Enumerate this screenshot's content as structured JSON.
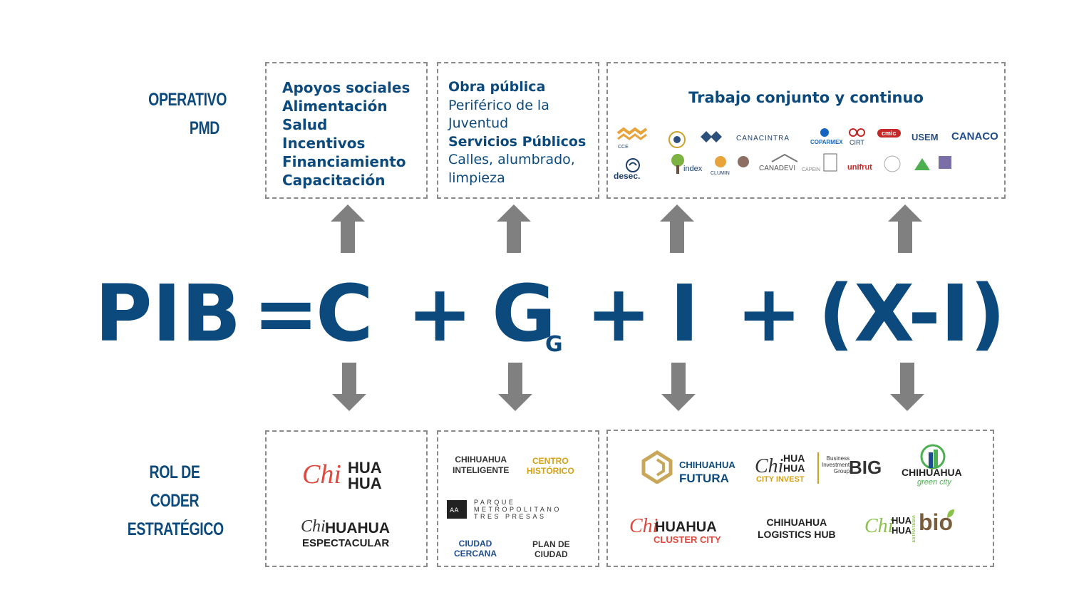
{
  "labels": {
    "top_line1": "OPERATIVO",
    "top_line2": "PMD",
    "bottom_line1": "ROL DE CODER",
    "bottom_line2": "ESTRATÉGICO"
  },
  "box_c": {
    "items": [
      "Apoyos sociales",
      "Alimentación",
      "Salud",
      "Incentivos",
      "Financiamiento",
      "Capacitación"
    ]
  },
  "box_g": {
    "line1": "Obra pública",
    "line2": "Periférico de la",
    "line3": "Juventud",
    "line4": "Servicios Públicos",
    "line5": "Calles, alumbrado,",
    "line6": "limpieza"
  },
  "box_i": {
    "title": "Trabajo conjunto y continuo",
    "logos_row1": [
      "CCE",
      "CANACINTRA",
      "COPARMEX",
      "CIRT",
      "cmic",
      "USEM",
      "CANACO"
    ],
    "logos_row2": [
      "desec.",
      "index",
      "CLUMIN",
      "CANADEVI",
      "CAPEIN",
      "unifrut"
    ]
  },
  "equation": {
    "pib": "PIB",
    "equals": "=",
    "c": "C",
    "plus1": "+",
    "g": "G",
    "g_sub": "G",
    "plus2": "+",
    "i": "I",
    "plus3": "+",
    "xi": "(X-I)"
  },
  "bottom_c": {
    "logo1_chi": "Chi",
    "logo1_hua1": "HUA",
    "logo1_hua2": "HUA",
    "logo2_chi": "Chi",
    "logo2_hua": "HUAHUA",
    "logo2_sub": "ESPECTACULAR"
  },
  "bottom_g": {
    "logo1_l1": "CHIHUAHUA",
    "logo1_l2": "INTELIGENTE",
    "logo2_l1": "CENTRO",
    "logo2_l2": "HISTÓRICO",
    "logo3_l1": "PARQUE",
    "logo3_l2": "METROPOLITANO",
    "logo3_l3": "TRES PRESAS",
    "logo4_l1": "CIUDAD",
    "logo4_l2": "CERCANA",
    "logo5_l1": "PLAN DE",
    "logo5_l2": "CIUDAD"
  },
  "bottom_i": {
    "futura_l1": "CHIHUAHUA",
    "futura_l2": "FUTURA",
    "invest_chi": "Chi",
    "invest_hua1": "HUA",
    "invest_hua2": "HUA",
    "invest_sub": "CITY INVEST",
    "big_small1": "Business",
    "big_small2": "Investment",
    "big_small3": "Group",
    "big": "BIG",
    "green_l1": "CHIHUAHUA",
    "green_l2": "green city",
    "cluster_chi": "Chi",
    "cluster_hua": "HUAHUA",
    "cluster_sub": "CLUSTER CITY",
    "logistics_l1": "CHIHUAHUA",
    "logistics_l2": "LOGISTICS HUB",
    "bio_chi": "Chi",
    "bio_hua1": "HUA",
    "bio_hua2": "HUA",
    "bio_side": "ESTRATEGIA",
    "bio": "bio"
  },
  "colors": {
    "primary": "#0c4a7d",
    "arrow": "#808080",
    "border": "#8a8a8a",
    "red_accent": "#e2483d",
    "gold": "#d4a017",
    "green": "#4caf50"
  }
}
